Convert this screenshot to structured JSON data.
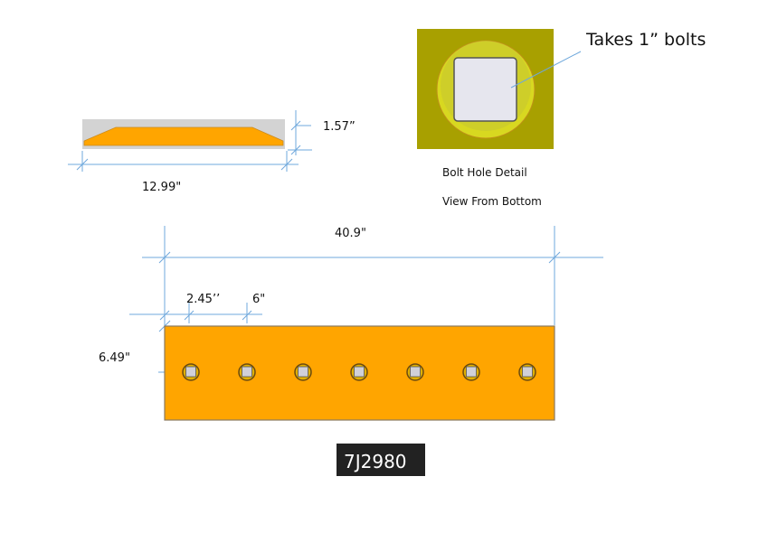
{
  "side_view": {
    "width_label": "12.99\"",
    "thickness_label": "1.57”"
  },
  "bolt_detail": {
    "callout": "Takes 1” bolts",
    "caption_1": "Bolt Hole Detail",
    "caption_2": "View From Bottom"
  },
  "top_view": {
    "length_label": "40.9\"",
    "edge_offset_label": "2.45’’",
    "spacing_label": "6\"",
    "height_label": "6.49\"",
    "hole_count": 7
  },
  "part_number": "7J2980",
  "colors": {
    "blade": "#ffa500",
    "olive": "#a8a000",
    "dimension": "#6fa8dc",
    "label_bg": "#222222"
  }
}
